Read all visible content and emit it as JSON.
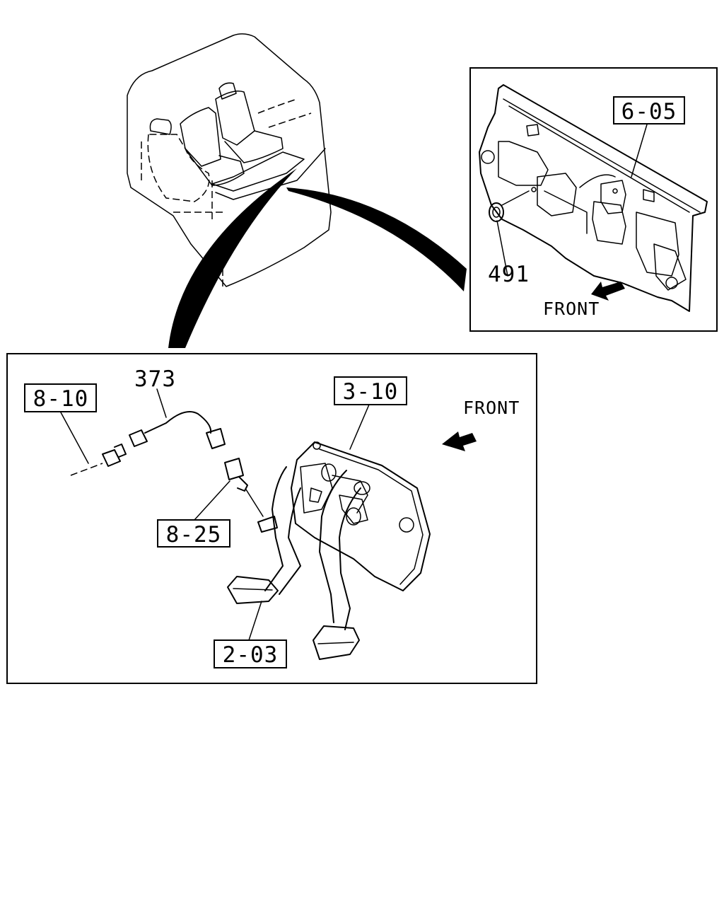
{
  "labels": {
    "ref_6_05": "6-05",
    "ref_491": "491",
    "front_top": "FRONT",
    "ref_8_10": "8-10",
    "ref_373": "373",
    "ref_3_10": "3-10",
    "front_bottom": "FRONT",
    "ref_8_25": "8-25",
    "ref_2_03": "2-03"
  }
}
